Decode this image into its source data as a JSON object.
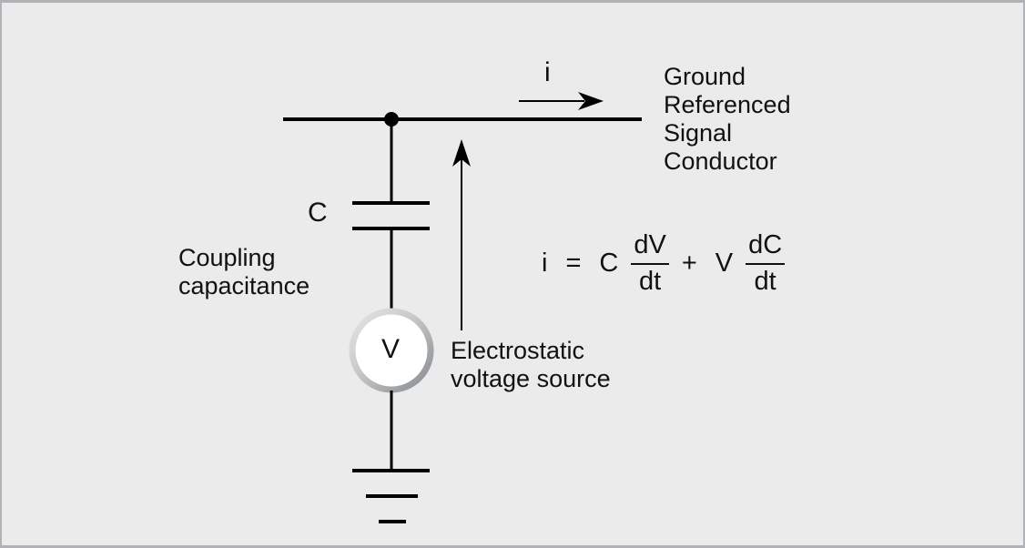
{
  "canvas": {
    "background": "#ebebeb",
    "border_color": "#b0b2b8",
    "line_color": "#000000",
    "text_color": "#111111"
  },
  "labels": {
    "current_arrow": "i",
    "conductor": "Ground\nReferenced\nSignal\nConductor",
    "capacitor_symbol": "C",
    "coupling": "Coupling\ncapacitance",
    "source_symbol": "V",
    "electrostatic": "Electrostatic\nvoltage source"
  },
  "equation": {
    "lhs": "i",
    "equals": "=",
    "term1_coeff": "C",
    "term1_numerator": "dV",
    "term1_denominator": "dt",
    "plus": "+",
    "term2_coeff": "V",
    "term2_numerator": "dC",
    "term2_denominator": "dt"
  }
}
